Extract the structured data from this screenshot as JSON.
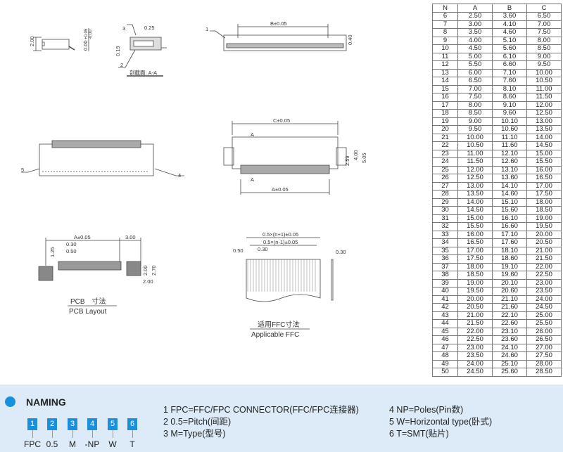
{
  "drawings": {
    "side": {
      "h": "2.00",
      "tol": "0.00",
      "tol_plus": "+0.05",
      "tol_minus": "-0.00"
    },
    "section": {
      "d1": "0.25",
      "d2": "0.19",
      "c3": "3",
      "c2": "2",
      "caption": "剖截面: A-A"
    },
    "top": {
      "callout": "1",
      "b": "B±0.05",
      "h": "0.40"
    },
    "front": {
      "c5": "5",
      "c4": "4"
    },
    "plan": {
      "c": "C±0.05",
      "a": "A±0.05",
      "sec1": "A",
      "sec2": "A",
      "d1": "2.59",
      "d2": "4.00",
      "d3": "5.05"
    },
    "pcb": {
      "a": "A±0.05",
      "w": "3.00",
      "p1": "0.30",
      "p2": "0.50",
      "h1": "1.25",
      "h2": "2.00",
      "h3": "2.70",
      "w2": "2.00",
      "caption_cn": "PCB　寸法",
      "caption_en": "PCB Layout"
    },
    "ffc": {
      "l1": "0.5×(n+1)±0.05",
      "l2": "0.5×(n-1)±0.05",
      "p1": "0.50",
      "p2": "0.30",
      "t": "0.30",
      "caption_cn": "适用FFC寸法",
      "caption_en": "Applicable FFC"
    }
  },
  "table": {
    "headers": [
      "N",
      "A",
      "B",
      "C"
    ],
    "rows": [
      [
        "6",
        "2.50",
        "3.60",
        "6.50"
      ],
      [
        "7",
        "3.00",
        "4.10",
        "7.00"
      ],
      [
        "8",
        "3.50",
        "4.60",
        "7.50"
      ],
      [
        "9",
        "4.00",
        "5.10",
        "8.00"
      ],
      [
        "10",
        "4.50",
        "5.60",
        "8.50"
      ],
      [
        "11",
        "5.00",
        "6.10",
        "9.00"
      ],
      [
        "12",
        "5.50",
        "6.60",
        "9.50"
      ],
      [
        "13",
        "6.00",
        "7.10",
        "10.00"
      ],
      [
        "14",
        "6.50",
        "7.60",
        "10.50"
      ],
      [
        "15",
        "7.00",
        "8.10",
        "11.00"
      ],
      [
        "16",
        "7.50",
        "8.60",
        "11.50"
      ],
      [
        "17",
        "8.00",
        "9.10",
        "12.00"
      ],
      [
        "18",
        "8.50",
        "9.60",
        "12.50"
      ],
      [
        "19",
        "9.00",
        "10.10",
        "13.00"
      ],
      [
        "20",
        "9.50",
        "10.60",
        "13.50"
      ],
      [
        "21",
        "10.00",
        "11.10",
        "14.00"
      ],
      [
        "22",
        "10.50",
        "11.60",
        "14.50"
      ],
      [
        "23",
        "11.00",
        "12.10",
        "15.00"
      ],
      [
        "24",
        "11.50",
        "12.60",
        "15.50"
      ],
      [
        "25",
        "12.00",
        "13.10",
        "16.00"
      ],
      [
        "26",
        "12.50",
        "13.60",
        "16.50"
      ],
      [
        "27",
        "13.00",
        "14.10",
        "17.00"
      ],
      [
        "28",
        "13.50",
        "14.60",
        "17.50"
      ],
      [
        "29",
        "14.00",
        "15.10",
        "18.00"
      ],
      [
        "30",
        "14.50",
        "15.60",
        "18.50"
      ],
      [
        "31",
        "15.00",
        "16.10",
        "19.00"
      ],
      [
        "32",
        "15.50",
        "16.60",
        "19.50"
      ],
      [
        "33",
        "16.00",
        "17.10",
        "20.00"
      ],
      [
        "34",
        "16.50",
        "17.60",
        "20.50"
      ],
      [
        "35",
        "17.00",
        "18.10",
        "21.00"
      ],
      [
        "36",
        "17.50",
        "18.60",
        "21.50"
      ],
      [
        "37",
        "18.00",
        "19.10",
        "22.00"
      ],
      [
        "38",
        "18.50",
        "19.60",
        "22.50"
      ],
      [
        "39",
        "19.00",
        "20.10",
        "23.00"
      ],
      [
        "40",
        "19.50",
        "20.60",
        "23.50"
      ],
      [
        "41",
        "20.00",
        "21.10",
        "24.00"
      ],
      [
        "42",
        "20.50",
        "21.60",
        "24.50"
      ],
      [
        "43",
        "21.00",
        "22.10",
        "25.00"
      ],
      [
        "44",
        "21.50",
        "22.60",
        "25.50"
      ],
      [
        "45",
        "22.00",
        "23.10",
        "26.00"
      ],
      [
        "46",
        "22.50",
        "23.60",
        "26.50"
      ],
      [
        "47",
        "23.00",
        "24.10",
        "27.00"
      ],
      [
        "48",
        "23.50",
        "24.60",
        "27.50"
      ],
      [
        "49",
        "24.00",
        "25.10",
        "28.00"
      ],
      [
        "50",
        "24.50",
        "25.60",
        "28.50"
      ]
    ]
  },
  "naming": {
    "title": "NAMING",
    "parts": [
      {
        "n": "1",
        "code": "FPC"
      },
      {
        "n": "2",
        "code": "0.5"
      },
      {
        "n": "3",
        "code": "M"
      },
      {
        "n": "4",
        "code": "-NP"
      },
      {
        "n": "5",
        "code": "W"
      },
      {
        "n": "6",
        "code": "T"
      }
    ],
    "descriptions": [
      "1 FPC=FFC/FPC CONNECTOR(FFC/FPC连接器)",
      "2 0.5=Pitch(间距)",
      "3 M=Type(型号)",
      "4 NP=Poles(Pin数)",
      "5 W=Horizontal type(卧式)",
      "6 T=SMT(贴片)"
    ]
  }
}
